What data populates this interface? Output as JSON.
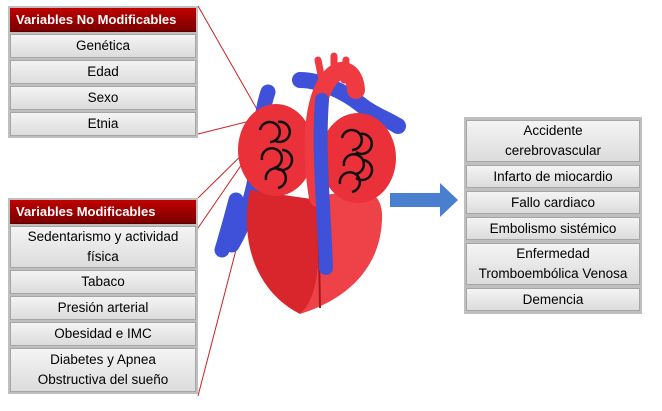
{
  "non_modifiable": {
    "title": "Variables No Modificables",
    "items": [
      "Genética",
      "Edad",
      "Sexo",
      "Etnia"
    ]
  },
  "modifiable": {
    "title": "Variables  Modificables",
    "items": [
      "Sedentarismo y actividad física",
      "Tabaco",
      "Presión arterial",
      "Obesidad e IMC",
      "Diabetes  y Apnea Obstructiva del sueño"
    ]
  },
  "outcomes": {
    "items": [
      "Accidente cerebrovascular",
      "Infarto de miocardio",
      "Fallo cardiaco",
      "Embolismo sistémico",
      "Enfermedad Tromboembólica Venosa",
      "Demencia"
    ]
  },
  "colors": {
    "header_red": "#a00000",
    "heart_red": "#e8333a",
    "vessel_blue": "#3f51d8",
    "arrow_blue": "#4a7fd0"
  }
}
